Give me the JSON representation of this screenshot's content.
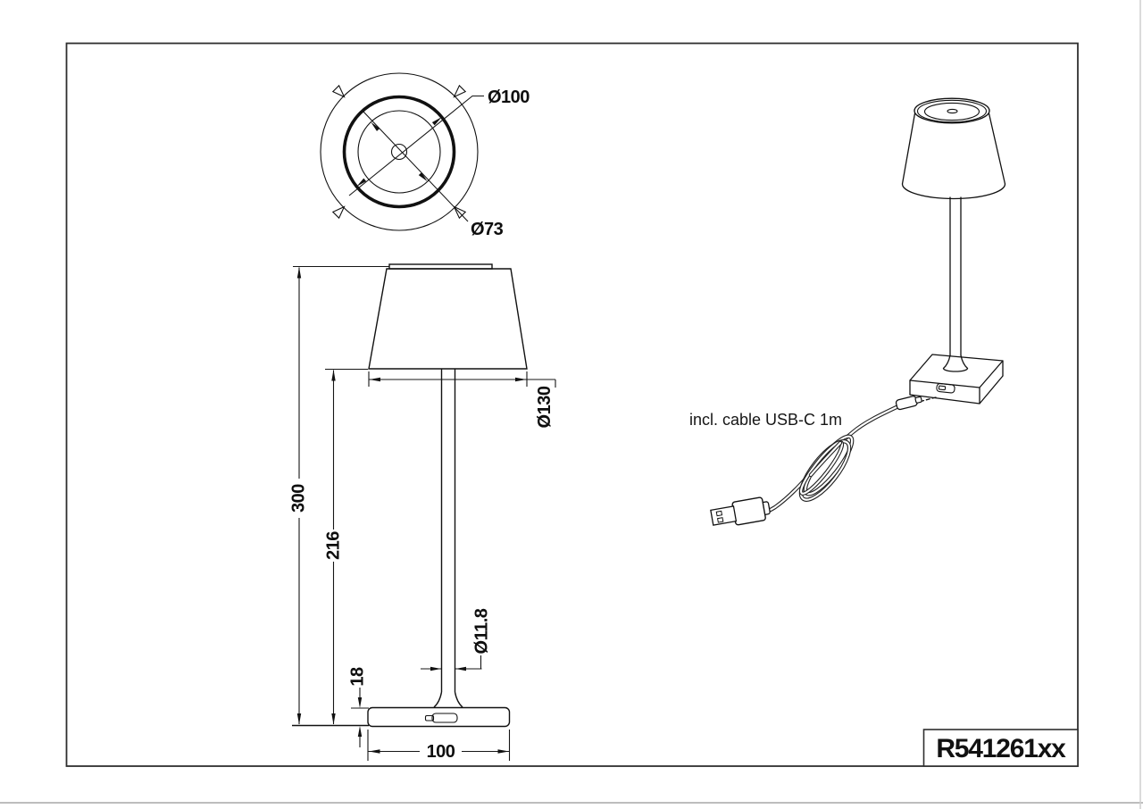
{
  "title_block": {
    "product_code": "R541261xx"
  },
  "annotations": {
    "cable_note": "incl. cable USB-C 1m"
  },
  "top_view": {
    "outer_diameter": "Ø100",
    "inner_diameter": "Ø73"
  },
  "front_view": {
    "total_height": "300",
    "pole_height": "216",
    "shade_diameter": "Ø130",
    "pole_diameter": "Ø11.8",
    "base_height": "18",
    "base_width": "100"
  },
  "colors": {
    "line": "#111111",
    "background": "#ffffff"
  }
}
